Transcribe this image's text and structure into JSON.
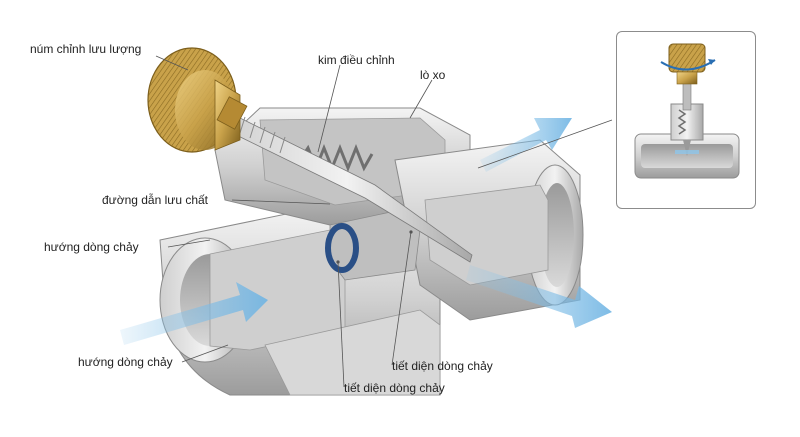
{
  "labels": {
    "knob": "núm chỉnh lưu lượng",
    "needle": "kim điều chỉnh",
    "spring": "lò xo",
    "fluid_path": "đường dẫn lưu chất",
    "flow_dir_upper": "hướng dòng chảy",
    "flow_dir_lower": "hướng dòng chảy",
    "section_right": "tiết diện dòng chảy",
    "section_bottom": "tiết diện dòng chảy"
  },
  "colors": {
    "metal_light": "#e6e6e6",
    "metal_mid": "#bdbdbd",
    "metal_dark": "#8a8a8a",
    "brass": "#c9a24a",
    "brass_dark": "#8a6a22",
    "flow_arrow": "#8ec6ea",
    "o_ring": "#2a4f86",
    "leader_line": "#555555"
  }
}
